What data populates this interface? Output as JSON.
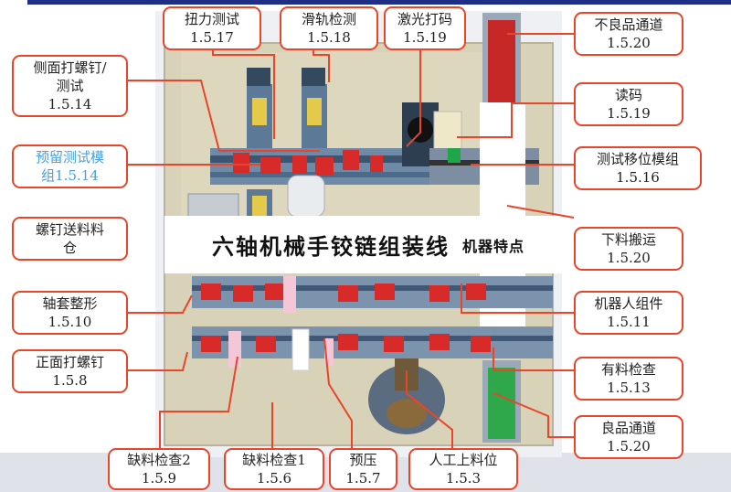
{
  "title": {
    "main": "六轴机械手铰链组装线",
    "sub": "机器特点"
  },
  "callouts": {
    "torque_test": {
      "line1": "扭力测试",
      "line2": "1.5.17"
    },
    "slide_test": {
      "line1": "滑轨检测",
      "line2": "1.5.18"
    },
    "laser_mark": {
      "line1": "激光打码",
      "line2": "1.5.19"
    },
    "ng_channel": {
      "line1": "不良品通道",
      "line2": "1.5.20"
    },
    "side_screw": {
      "line1": "侧面打螺钉/",
      "line2": "测试",
      "line3": "1.5.14"
    },
    "reserved_test": {
      "line1": "预留测试模",
      "line2": "组1.5.14"
    },
    "code_read": {
      "line1": "读码",
      "line2": "1.5.19"
    },
    "test_shift": {
      "line1": "测试移位模组",
      "line2": "1.5.16"
    },
    "screw_feed": {
      "line1": "螺钉送料料",
      "line2": "仓"
    },
    "unload": {
      "line1": "下料搬运",
      "line2": "1.5.20"
    },
    "bushing": {
      "line1": "轴套整形",
      "line2": "1.5.10"
    },
    "robot_assy": {
      "line1": "机器人组件",
      "line2": "1.5.11"
    },
    "front_screw": {
      "line1": "正面打螺钉",
      "line2": "1.5.8"
    },
    "material_check": {
      "line1": "有料检查",
      "line2": "1.5.13"
    },
    "ok_channel": {
      "line1": "良品通道",
      "line2": "1.5.20"
    },
    "missing_check2": {
      "line1": "缺料检查2",
      "line2": "1.5.9"
    },
    "missing_check1": {
      "line1": "缺料检查1",
      "line2": "1.5.6"
    },
    "prepress": {
      "line1": "预压",
      "line2": "1.5.7"
    },
    "manual_load": {
      "line1": "人工上料位",
      "line2": "1.5.3"
    }
  }
}
